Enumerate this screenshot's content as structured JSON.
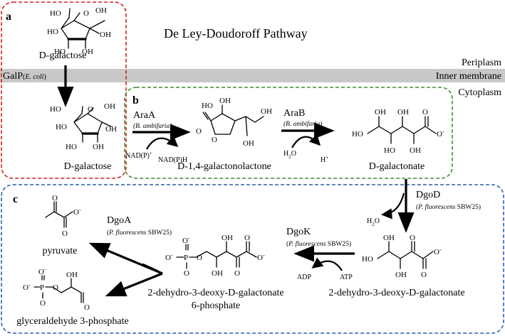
{
  "title": "De Ley-Doudoroff Pathway",
  "colors": {
    "membrane": "#c8c8c8",
    "box_a": "#d42020",
    "box_b": "#3f8f2f",
    "box_c": "#2f5fa8",
    "arrow": "#000000"
  },
  "compartments": {
    "periplasm": "Periplasm",
    "inner_membrane": "Inner membrane",
    "cytoplasm": "Cytoplasm"
  },
  "panels": {
    "a": "a",
    "b": "b",
    "c": "c"
  },
  "transporter": {
    "name": "GalP",
    "organism": "E. coli"
  },
  "compounds": {
    "d_galactose_out": "D-galactose",
    "d_galactose_in": "D-galactose",
    "galactonolactone": "D-1,4-galactonolactone",
    "galactonate": "D-galactonate",
    "kdg": "2-dehydro-3-deoxy-D-galactonate",
    "kdgp_line1": "2-dehydro-3-deoxy-D-galactonate",
    "kdgp_line2": "6-phosphate",
    "pyruvate": "pyruvate",
    "g3p": "glyceraldehyde 3-phosphate"
  },
  "enzymes": {
    "araA": {
      "name": "AraA",
      "organism": "B. ambifaria"
    },
    "araB": {
      "name": "AraB",
      "organism": "B. ambifaria"
    },
    "dgoD": {
      "name": "DgoD",
      "organism": "P. fluorescens",
      "strain": "SBW25"
    },
    "dgoK": {
      "name": "DgoK",
      "organism": "P. fluorescens",
      "strain": "SBW25"
    },
    "dgoA": {
      "name": "DgoA",
      "organism": "P. fluorescens",
      "strain": "SBW25"
    }
  },
  "cofactors": {
    "nadp_in": "NAD(P)",
    "nadp_in_sup": "+",
    "nadph_out": "NAD(P)H",
    "h2o_in": "H",
    "h2o_in_sub": "2",
    "h2o_in_tail": "O",
    "h_out": "H",
    "h_out_sup": "+",
    "h2o_out": "H",
    "h2o_out_sub": "2",
    "h2o_out_tail": "O",
    "atp": "ATP",
    "adp": "ADP"
  },
  "atoms": {
    "oh": "OH",
    "ho": "HO",
    "o": "O",
    "o_minus": "O",
    "minus": "-",
    "p": "P"
  }
}
